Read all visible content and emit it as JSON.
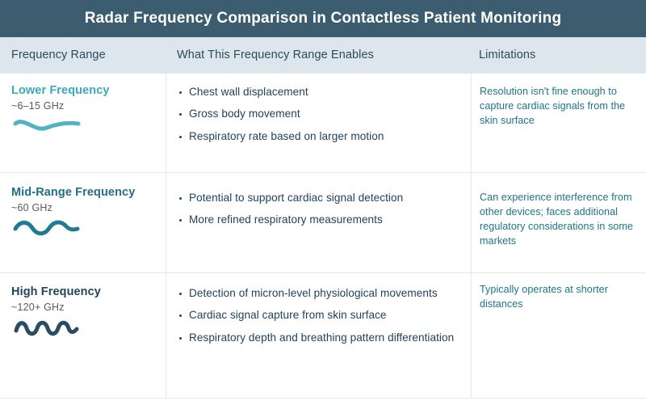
{
  "header": {
    "title": "Radar Frequency Comparison in Contactless Patient Monitoring",
    "background_color": "#3c5c70",
    "text_color": "#ffffff"
  },
  "columns": {
    "background_color": "#dce6ec",
    "text_color": "#2d4a5e",
    "items": [
      {
        "label": "Frequency Range"
      },
      {
        "label": "What This Frequency Range Enables"
      },
      {
        "label": "Limitations"
      }
    ]
  },
  "rows": [
    {
      "frequency": {
        "name": "Lower Frequency",
        "value": "~6–15 GHz",
        "name_color": "#3aa8bd",
        "wave_icon": "sine-wave-low-frequency-icon",
        "wave_cycles": 1,
        "wave_color": "#4fb3c4"
      },
      "enables": [
        "Chest wall displacement",
        "Gross body movement",
        "Respiratory rate based on larger motion"
      ],
      "limitations": "Resolution isn't fine enough to capture cardiac signals from the skin surface"
    },
    {
      "frequency": {
        "name": "Mid-Range Frequency",
        "value": "~60 GHz",
        "name_color": "#1f6f86",
        "wave_icon": "sine-wave-mid-frequency-icon",
        "wave_cycles": 2,
        "wave_color": "#1f7b92"
      },
      "enables": [
        "Potential to support cardiac signal detection",
        "More refined respiratory measurements"
      ],
      "limitations": "Can experience interference from other devices; faces additional regulatory considerations in some markets"
    },
    {
      "frequency": {
        "name": "High Frequency",
        "value": "~120+ GHz",
        "name_color": "#23455c",
        "wave_icon": "sine-wave-high-frequency-icon",
        "wave_cycles": 4,
        "wave_color": "#2b4c63"
      },
      "enables": [
        "Detection of micron-level physiological movements",
        "Cardiac signal capture from skin surface",
        "Respiratory depth and breathing pattern differentiation"
      ],
      "limitations": "Typically operates at shorter distances"
    }
  ]
}
